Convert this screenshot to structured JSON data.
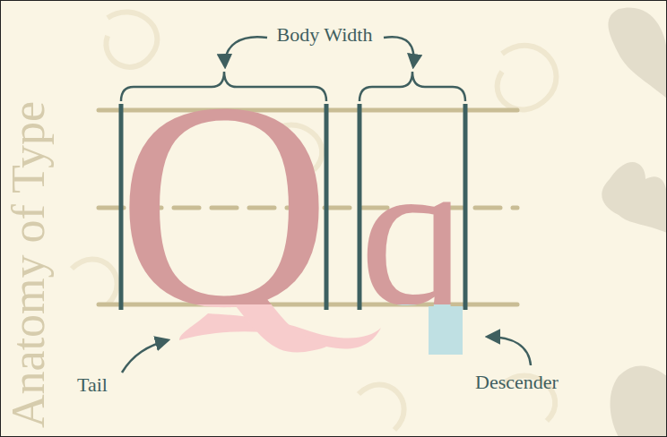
{
  "diagram": {
    "title": "Anatomy of Type",
    "labels": [
      "Body Width",
      "Q",
      "q",
      "Tail",
      "Descender"
    ]
  }
}
